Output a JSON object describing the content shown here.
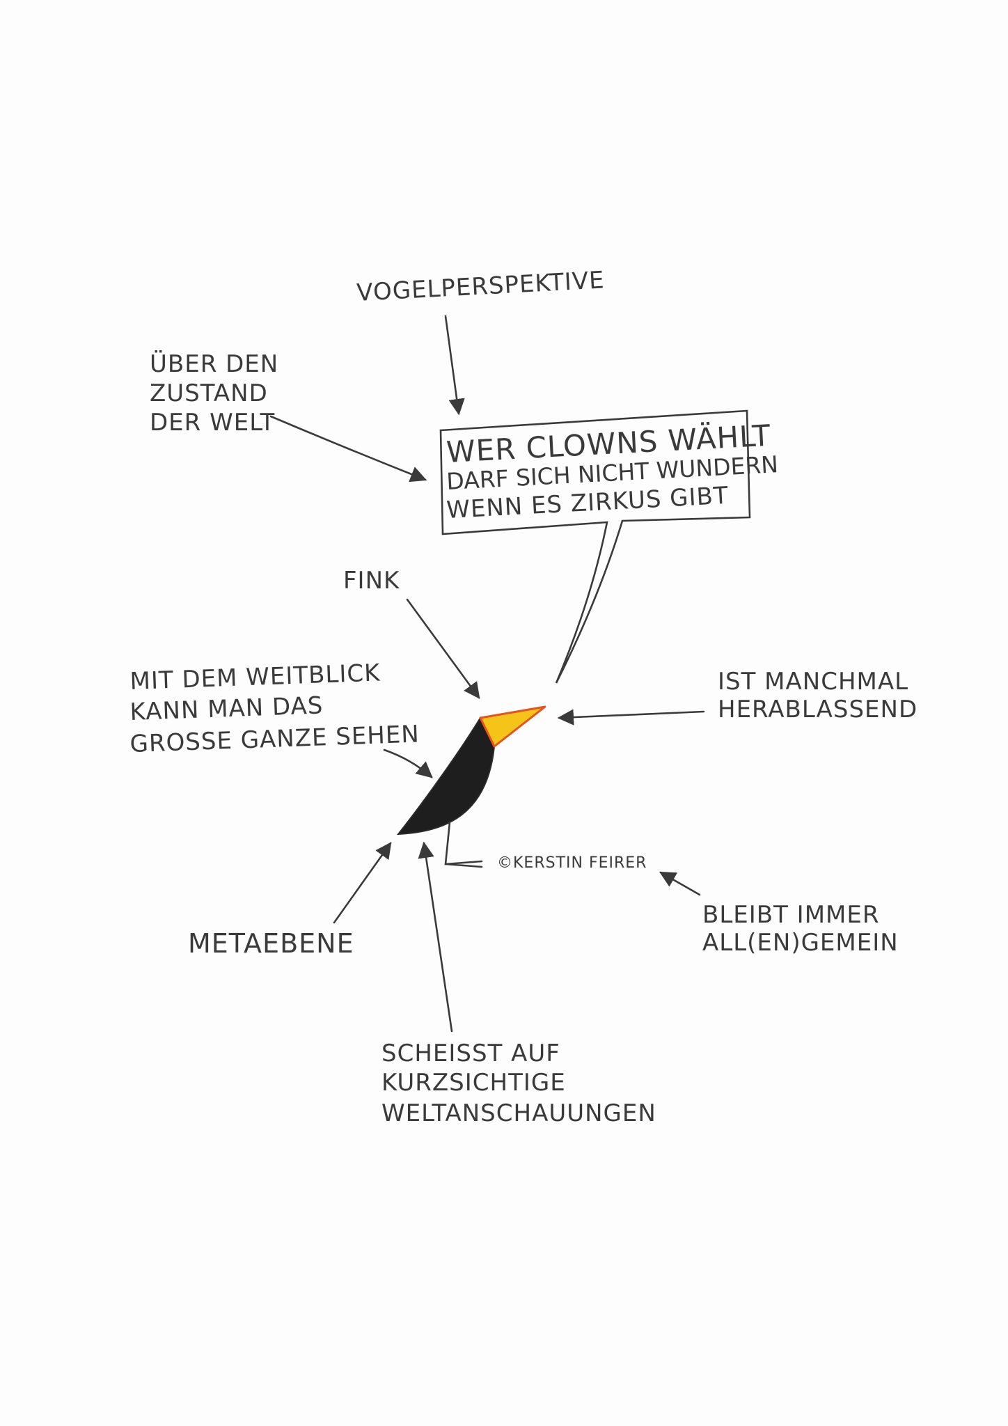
{
  "labels": {
    "vogelperspektive": "VOGELPERSPEKTIVE",
    "zustand": [
      "ÜBER DEN",
      "ZUSTAND",
      "DER WELT"
    ],
    "speech": [
      "WER CLOWNS WÄHLT",
      "DARF SICH NICHT WUNDERN",
      "WENN ES ZIRKUS GIBT"
    ],
    "fink": "FINK",
    "weitblick": [
      "MIT DEM WEITBLICK",
      "KANN MAN DAS",
      "GROSSE GANZE SEHEN"
    ],
    "herablassend": [
      "IST MANCHMAL",
      "HERABLASSEND"
    ],
    "allgemein": [
      "BLEIBT IMMER",
      "ALL(EN)GEMEIN"
    ],
    "metaebene": "METAEBENE",
    "scheisst": [
      "SCHEISST AUF",
      "KURZSICHTIGE",
      "WELTANSCHAUUNGEN"
    ],
    "copyright": "©KERSTIN FEIRER"
  },
  "colors": {
    "ink": "#3a3a3a",
    "bird": "#1e1e1e",
    "beak": "#f5c418",
    "beak_edge": "#e8521e"
  }
}
